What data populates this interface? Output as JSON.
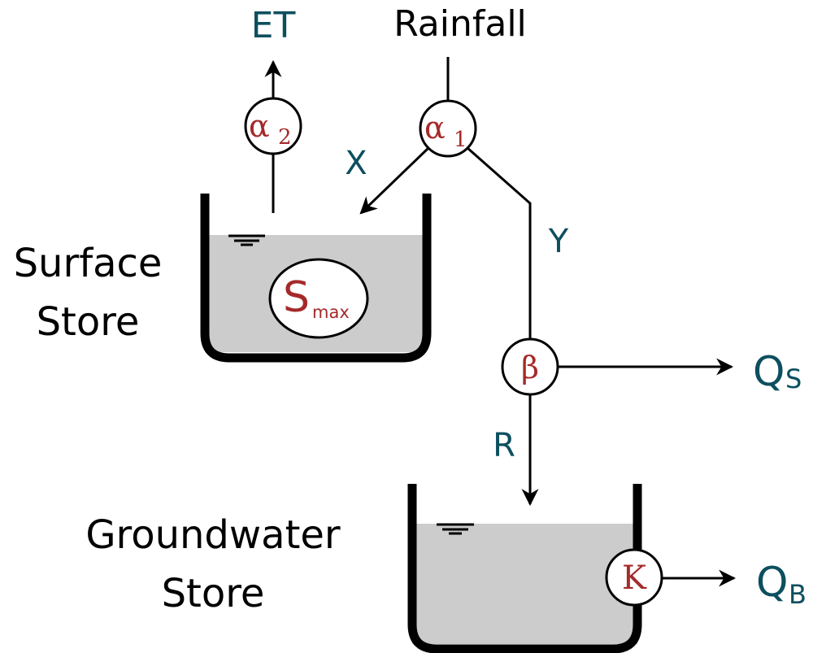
{
  "colors": {
    "flux_label": "#0d4f5f",
    "parameter": "#a52a2a",
    "water": "#cccccc",
    "line": "#000000"
  },
  "labels": {
    "rainfall": "Rainfall",
    "et": "ET",
    "x": "X",
    "y": "Y",
    "r": "R",
    "qs_main": "Q",
    "qs_sub": "S",
    "qb_main": "Q",
    "qb_sub": "B",
    "surface_store_line1": "Surface",
    "surface_store_line2": "Store",
    "groundwater_store_line1": "Groundwater",
    "groundwater_store_line2": "Store"
  },
  "parameters": {
    "alpha1_main": "α",
    "alpha1_sub": "1",
    "alpha2_main": "α",
    "alpha2_sub": "2",
    "beta": "β",
    "k": "K",
    "smax_main": "S",
    "smax_sub": "max"
  }
}
